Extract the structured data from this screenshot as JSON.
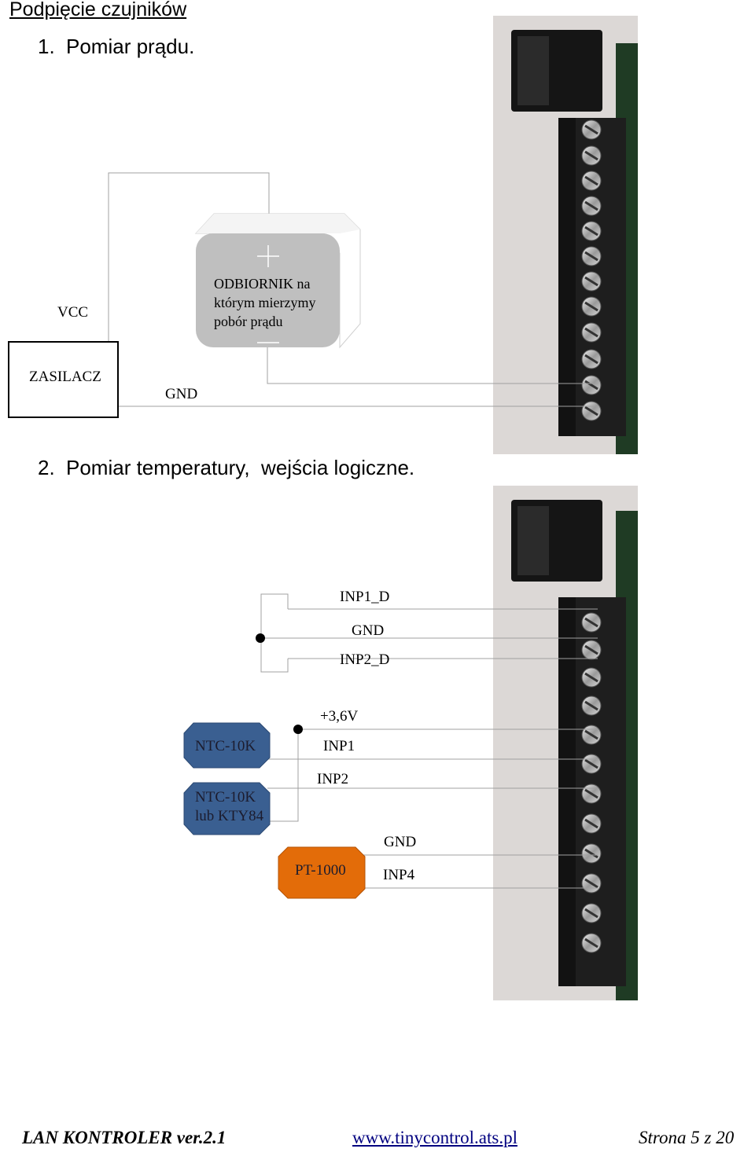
{
  "heading": "Podpięcie czujników",
  "section1": {
    "number": "1.",
    "title": "Pomiar prądu."
  },
  "section2": {
    "number": "2.",
    "title": "Pomiar temperatury,  wejścia logiczne."
  },
  "diagram1": {
    "vcc": "VCC",
    "psu": "ZASILACZ",
    "gnd": "GND",
    "load_line1": "ODBIORNIK na",
    "load_line2": "którym mierzymy",
    "load_line3": "pobór prądu"
  },
  "diagram2": {
    "inp1_d": "INP1_D",
    "gnd_top": "GND",
    "inp2_d": "INP2_D",
    "v36": "+3,6V",
    "inp1": "INP1",
    "inp2": "INP2",
    "gnd_bottom": "GND",
    "inp4": "INP4",
    "ntc_1": "NTC-10K",
    "ntc_2_line1": "NTC-10K",
    "ntc_2_line2": "lub KTY84",
    "pt1000": "PT-1000"
  },
  "colors": {
    "sensor_blue": "#3a5f91",
    "sensor_orange": "#e36c09",
    "load_gray": "#bfbfbf"
  },
  "footer": {
    "product": "LAN KONTROLER  ver.2.1",
    "url": "www.tinycontrol.ats.pl",
    "page": "Strona 5 z 20"
  }
}
